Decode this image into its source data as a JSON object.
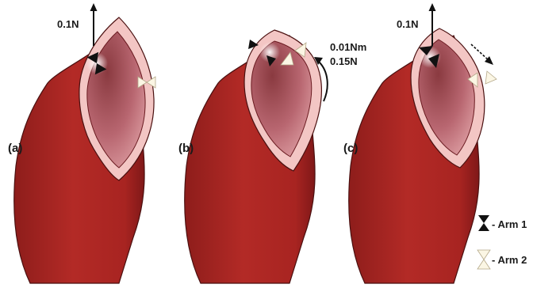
{
  "panels": [
    {
      "label": "(a)",
      "force_labels": [
        "0.1N"
      ]
    },
    {
      "label": "(b)",
      "force_labels": [
        "0.01Nm",
        "0.15N"
      ]
    },
    {
      "label": "(c)",
      "force_labels": [
        "0.1N"
      ]
    }
  ],
  "legend": {
    "arm1": "- Arm 1",
    "arm2": "- Arm 2"
  },
  "colors": {
    "vessel_dark": "#8e1d1b",
    "vessel_mid": "#b32a26",
    "vessel_light": "#c9403a",
    "rim": "#f3c6c4",
    "lumen_dark": "#8a3a40",
    "lumen_light": "#d58a8f",
    "outline": "#4a1010",
    "arm1": "#111111",
    "arm2": "#fbf6e4"
  },
  "icons": [
    "up-arrow-icon",
    "curved-arrow-icon",
    "dashed-arrow-icon",
    "arm1-hourglass-icon",
    "arm2-hourglass-icon"
  ]
}
